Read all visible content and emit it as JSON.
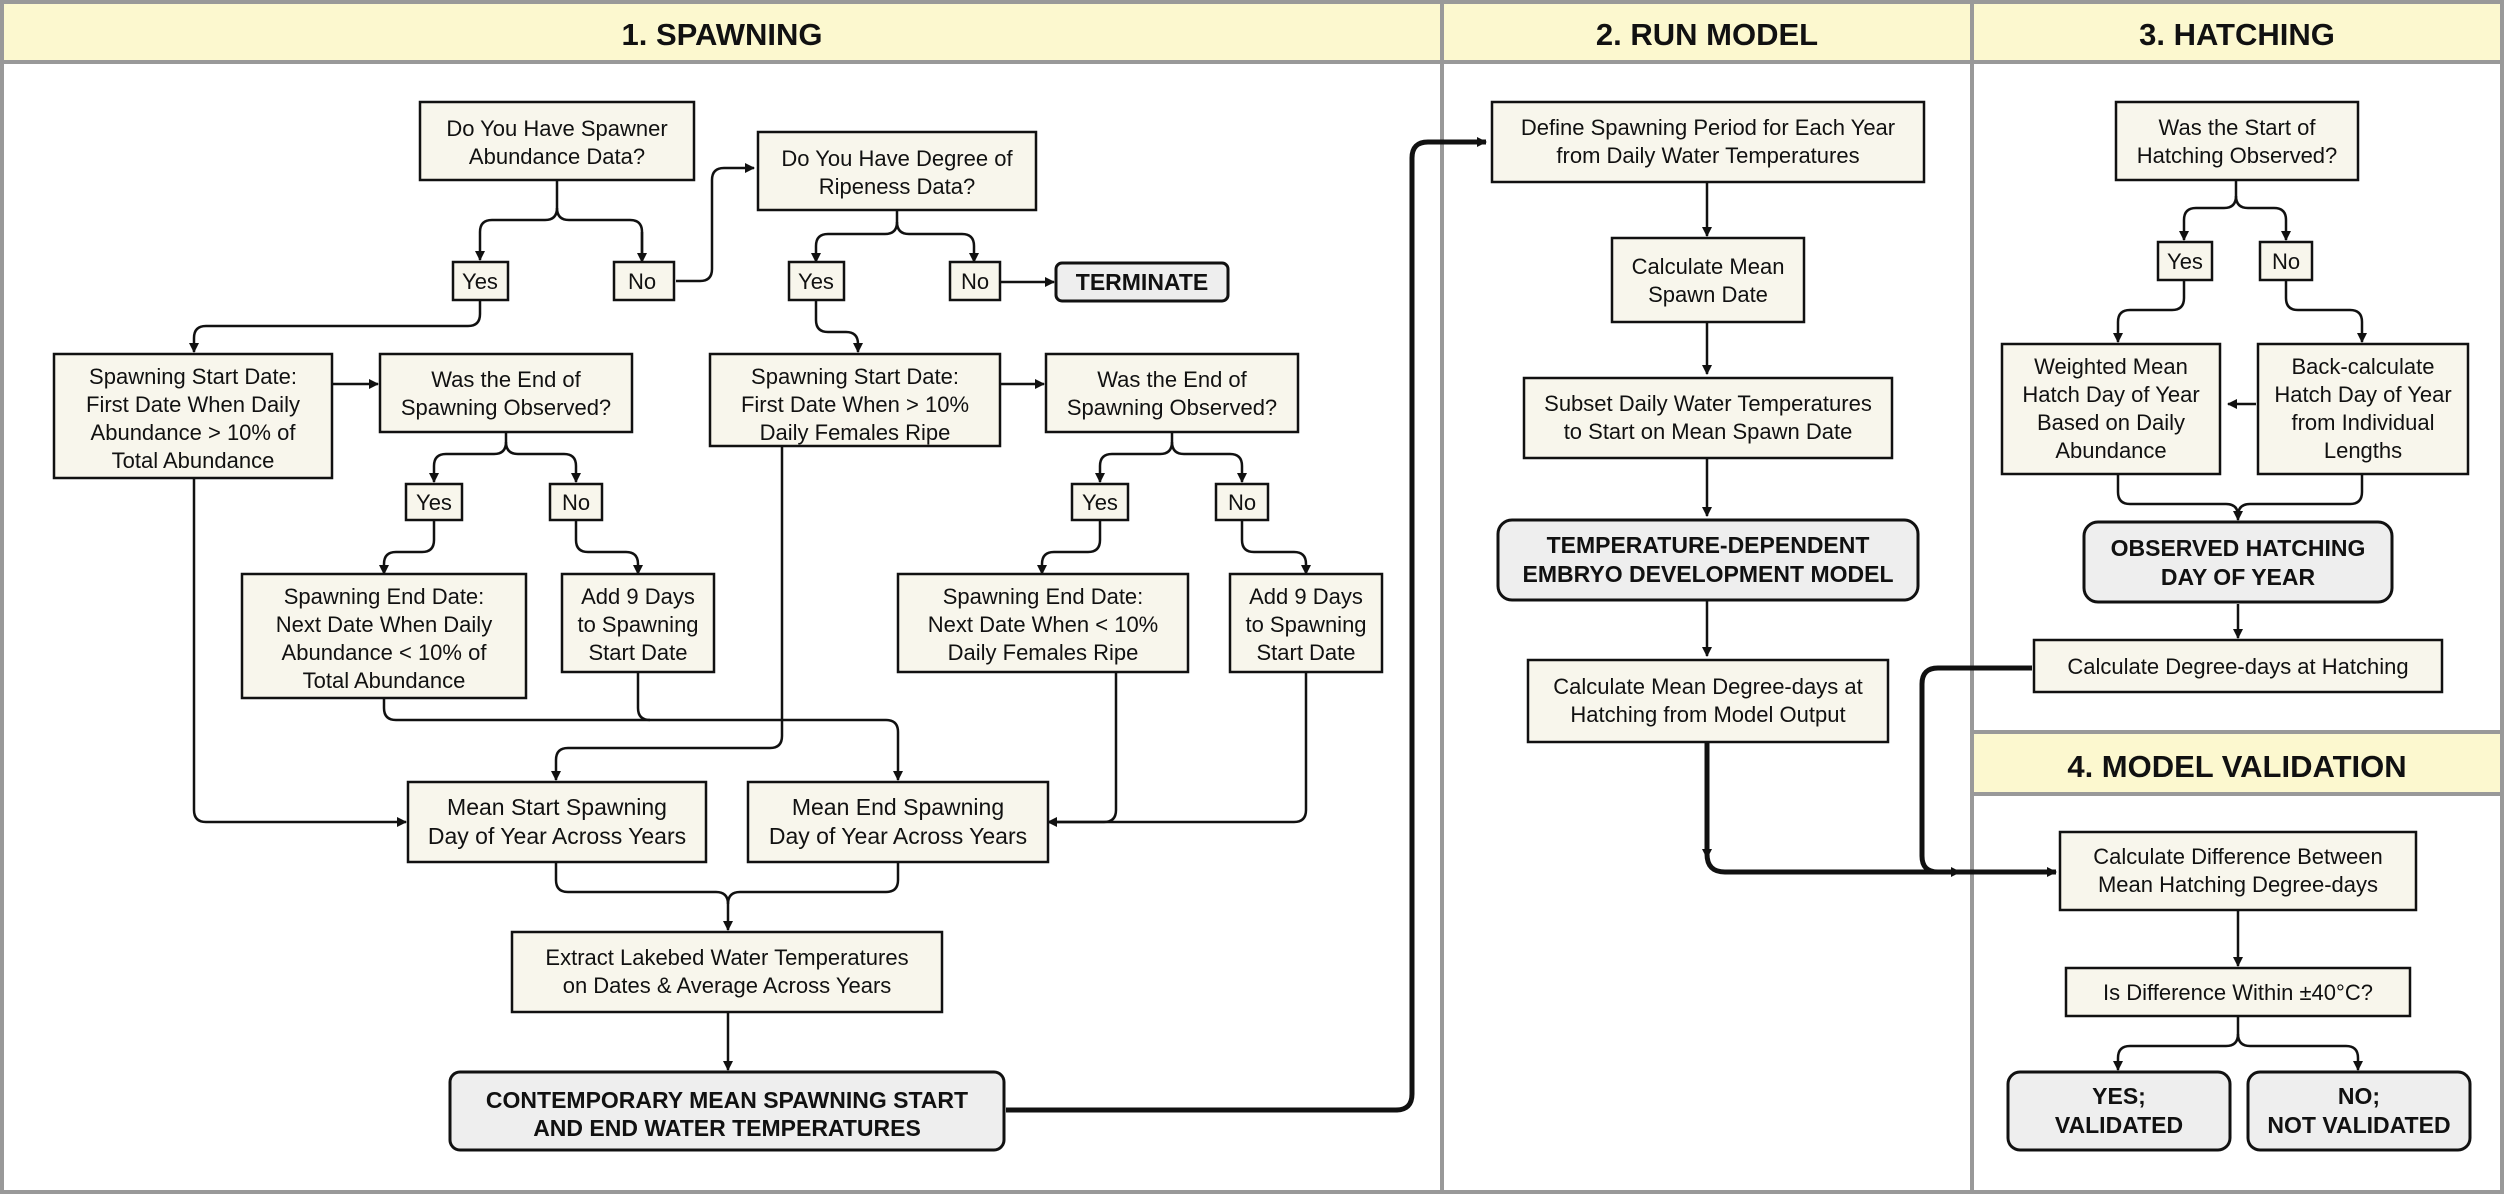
{
  "colors": {
    "header_fill": "#fcf8cf",
    "box_fill": "#f8f6ec",
    "terminal_fill": "#eeeeee",
    "panel_border": "#999999",
    "line": "#111111"
  },
  "panels": {
    "spawning": "1. SPAWNING",
    "run_model": "2. RUN MODEL",
    "hatching": "3. HATCHING",
    "validation": "4. MODEL VALIDATION"
  },
  "spawning": {
    "q_abundance": [
      "Do You Have Spawner",
      "Abundance Data?"
    ],
    "yes1": "Yes",
    "no1": "No",
    "q_ripeness": [
      "Do You Have Degree of",
      "Ripeness Data?"
    ],
    "yes2": "Yes",
    "no2": "No",
    "terminate": "TERMINATE",
    "start_abund": [
      "Spawning Start Date:",
      "First Date When Daily",
      "Abundance > 10% of",
      "Total Abundance"
    ],
    "q_end1": [
      "Was the End of",
      "Spawning Observed?"
    ],
    "yes3": "Yes",
    "no3": "No",
    "end_abund": [
      "Spawning End Date:",
      "Next Date When Daily",
      "Abundance < 10% of",
      "Total Abundance"
    ],
    "add9_1": [
      "Add 9 Days",
      "to Spawning",
      "Start Date"
    ],
    "start_ripe": [
      "Spawning Start Date:",
      "First Date When > 10%",
      "Daily Females Ripe"
    ],
    "q_end2": [
      "Was the End of",
      "Spawning Observed?"
    ],
    "yes4": "Yes",
    "no4": "No",
    "end_ripe": [
      "Spawning End Date:",
      "Next Date When < 10%",
      "Daily Females Ripe"
    ],
    "add9_2": [
      "Add 9 Days",
      "to Spawning",
      "Start Date"
    ],
    "mean_start": [
      "Mean Start Spawning",
      "Day of Year Across Years"
    ],
    "mean_end": [
      "Mean End Spawning",
      "Day of Year Across Years"
    ],
    "extract": [
      "Extract Lakebed Water Temperatures",
      "on Dates & Average Across Years"
    ],
    "contemporary": [
      "CONTEMPORARY MEAN SPAWNING START",
      "AND END WATER TEMPERATURES"
    ]
  },
  "run_model": {
    "define": [
      "Define Spawning Period for Each Year",
      "from Daily Water Temperatures"
    ],
    "mean_spawn": [
      "Calculate Mean",
      "Spawn Date"
    ],
    "subset": [
      "Subset Daily Water Temperatures",
      "to Start on Mean Spawn Date"
    ],
    "model": [
      "TEMPERATURE-DEPENDENT",
      "EMBRYO DEVELOPMENT MODEL"
    ],
    "mean_dd": [
      "Calculate Mean Degree-days at",
      "Hatching from Model Output"
    ]
  },
  "hatching": {
    "q_start": [
      "Was the Start of",
      "Hatching Observed?"
    ],
    "yes": "Yes",
    "no": "No",
    "weighted": [
      "Weighted Mean",
      "Hatch Day of Year",
      "Based on Daily",
      "Abundance"
    ],
    "backcalc": [
      "Back-calculate",
      "Hatch Day of Year",
      "from Individual",
      "Lengths"
    ],
    "observed": [
      "OBSERVED HATCHING",
      "DAY OF YEAR"
    ],
    "calc_dd": "Calculate Degree-days at Hatching"
  },
  "validation": {
    "diff": [
      "Calculate Difference Between",
      "Mean Hatching Degree-days"
    ],
    "q_within": "Is Difference Within ±40°C?",
    "yes": [
      "YES;",
      "VALIDATED"
    ],
    "no": [
      "NO;",
      "NOT VALIDATED"
    ]
  }
}
